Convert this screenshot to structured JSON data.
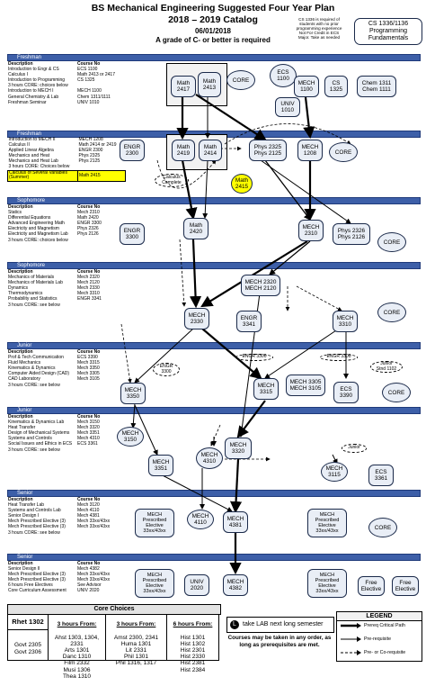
{
  "header": {
    "title": "BS Mechanical Engineering Suggested Four Year Plan",
    "catalog": "2018 – 2019 Catalog",
    "date": "06/01/2018",
    "grade_note": "A grade of C- or better is required",
    "cs_note": "CS 1336 is required of\nstudents with no prior\nprogramming experience\nNot For Credit in ECS\nMajor. Take as needed",
    "cs_box": "CS 1336/1136\nProgramming\nFundamentals"
  },
  "bands": {
    "freshman": "Freshman",
    "sophomore": "Sophomore",
    "junior": "Junior",
    "senior": "Senior"
  },
  "tables": [
    {
      "rows": [
        [
          "Description",
          "Course No"
        ],
        [
          "Introduction to Engr & CS",
          "ECS 1100"
        ],
        [
          "Calculus I",
          "Math 2413 or 2417"
        ],
        [
          "Introduction to Programming",
          "CS 1325"
        ],
        [
          "3 hours CORE: choices below",
          ""
        ],
        [
          "Introduction to MECH I",
          "MECH 1100"
        ],
        [
          "General Chemistry & Lab",
          "Chem 1311/1111"
        ],
        [
          "Freshman Seminar",
          "UNIV 1010"
        ]
      ]
    },
    {
      "rows": [
        [
          "Introduction to MECH II",
          "MECH 1208"
        ],
        [
          "Calculus II",
          "Math 2414 or 2419"
        ],
        [
          "Applied Linear Algebra",
          "ENGR 2300"
        ],
        [
          "Mechanics and Heat",
          "Phys 2325"
        ],
        [
          "Mechanics and Heat Lab",
          "Phys 2125"
        ],
        [
          "3 hours CORE: Choices below",
          ""
        ],
        [
          "Calculus of Several Variables (Summer)",
          "Math 2415"
        ]
      ]
    },
    {
      "rows": [
        [
          "Description",
          "Course No"
        ],
        [
          "Statics",
          "Mech 2310"
        ],
        [
          "Differential Equations",
          "Math 2420"
        ],
        [
          "Advanced Engineering Math",
          "ENGR 3300"
        ],
        [
          "Electricity and Magnetism",
          "Phys 2326"
        ],
        [
          "Electricity and Magnetism Lab",
          "Phys 2126"
        ],
        [
          "3 hours CORE: choices below",
          ""
        ]
      ]
    },
    {
      "rows": [
        [
          "Description",
          "Course No"
        ],
        [
          "Mechanics of Materials",
          "Mech 2320"
        ],
        [
          "Mechanics of Materials Lab",
          "Mech 2120"
        ],
        [
          "Dynamics",
          "Mech 2330"
        ],
        [
          "Thermodynamics",
          "Mech 3310"
        ],
        [
          "Probability and Statistics",
          "ENGR 3341"
        ],
        [
          "3 hours CORE: see below",
          ""
        ]
      ]
    },
    {
      "rows": [
        [
          "Description",
          "Course No"
        ],
        [
          "Prof & Tech Communication",
          "ECS 3390"
        ],
        [
          "Fluid Mechanics",
          "Mech 3315"
        ],
        [
          "Kinematics & Dynamics",
          "Mech 3350"
        ],
        [
          "Computer Aided Design (CAD)",
          "Mech 3305"
        ],
        [
          "CAD Laboratory",
          "Mech 3105"
        ],
        [
          "3 hours CORE: see below",
          ""
        ]
      ]
    },
    {
      "rows": [
        [
          "Description",
          "Course No"
        ],
        [
          "Kinematics & Dynamics Lab",
          "Mech 3150"
        ],
        [
          "Heat Transfer",
          "Mech 3320"
        ],
        [
          "Design of Mechanical Systems",
          "Mech 3351"
        ],
        [
          "",
          ""
        ],
        [
          "Systems and Controls",
          "Mech 4310"
        ],
        [
          "Social Issues and Ethics in ECS",
          "ECS 3361"
        ],
        [
          "3 hours CORE: see below",
          ""
        ]
      ]
    },
    {
      "rows": [
        [
          "Description",
          "Course No"
        ],
        [
          "Heat Transfer Lab",
          "Mech 3120"
        ],
        [
          "Systems and Controls Lab",
          "Mech 4110"
        ],
        [
          "Senior Design I",
          "Mech 4381"
        ],
        [
          "Mech Prescribed Elective (3)",
          "Mech 33xx/43xx"
        ],
        [
          "Mech Prescribed Elective (3)",
          "Mech 33xx/43xx"
        ],
        [
          "3 hours CORE: see below",
          ""
        ]
      ]
    },
    {
      "rows": [
        [
          "Description",
          "Course No"
        ],
        [
          "Senior Design II",
          "Mech 4382"
        ],
        [
          "Mech Prescribed Elective (3)",
          "Mech 33xx/43xx"
        ],
        [
          "Mech Prescribed Elective (3)",
          "Mech 33xx/43xx"
        ],
        [
          "6 hours Free Electives",
          "See Advisor"
        ],
        [
          "Core Curriculum Assessment",
          "UNIV 2020"
        ]
      ]
    }
  ],
  "nodes": [
    {
      "label": "ECS\n1100"
    },
    {
      "label": "MECH\n1100"
    },
    {
      "label": "Math\n2417"
    },
    {
      "label": "Math\n2413"
    },
    {
      "label": "CORE"
    },
    {
      "label": "CS\n1325"
    },
    {
      "label": "Chem 1311\nChem 1111"
    },
    {
      "label": "UNIV\n1010"
    },
    {
      "label": "ENGR\n2300"
    },
    {
      "label": "Math\n2419"
    },
    {
      "label": "Math\n2414"
    },
    {
      "label": "Phys 2325\nPhys 2125"
    },
    {
      "label": "MECH\n1208"
    },
    {
      "label": "CORE"
    },
    {
      "label": "Math\n2415"
    },
    {
      "label": "ENGR\n3300"
    },
    {
      "label": "Math\n2420"
    },
    {
      "label": "MECH\n2310"
    },
    {
      "label": "Phys 2326\nPhys 2126"
    },
    {
      "label": "CORE"
    },
    {
      "label": "MECH 2320\nMECH 2120"
    },
    {
      "label": "MECH\n2330"
    },
    {
      "label": "ENGR\n3341"
    },
    {
      "label": "MECH\n3310"
    },
    {
      "label": "CORE"
    },
    {
      "label": "MECH\n3350"
    },
    {
      "label": "MECH\n3315"
    },
    {
      "label": "MECH 3305\nMECH 3105"
    },
    {
      "label": "ECS\n3390"
    },
    {
      "label": "CORE"
    },
    {
      "label": "MECH\n3150"
    },
    {
      "label": "MECH\n3320"
    },
    {
      "label": "MECH\n3351"
    },
    {
      "label": "MECH\n4310"
    },
    {
      "label": "MECH\n3115"
    },
    {
      "label": "ECS\n3361"
    },
    {
      "label": "MECH\n4110"
    },
    {
      "label": "MECH\nPrescribed\nElective\n33xx/43xx"
    },
    {
      "label": "MECH\n4381"
    },
    {
      "label": "MECH\nPrescribed\nElective\n33xx/43xx"
    },
    {
      "label": "CORE"
    },
    {
      "label": "MECH\nPrescribed\nElective\n33xx/43xx"
    },
    {
      "label": "UNIV\n2020"
    },
    {
      "label": "MECH\n4382"
    },
    {
      "label": "MECH\nPrescribed\nElective\n33xx/43xx"
    },
    {
      "label": "Free\nElective"
    },
    {
      "label": "Free\nElective"
    }
  ],
  "notes": {
    "calc_complete": "Calculus\nComplete",
    "engr3300_a": "ENGR\n3300",
    "engr3300_b": "ENGR 3300",
    "engr3300_c": "ENGR 3300",
    "junior_std": "Junior\nStnd 1102",
    "junior": "Junior"
  },
  "core_choices": {
    "title": "Core Choices",
    "rhet": "Rhet 1302",
    "govt": "Govt 2305\nGovt 2306",
    "col1_head": "3 hours From:",
    "col1": "Ahst 1303, 1304, 2331\nArts 1301\nDanc 1310\nFilm 2332\nMusi 1306\nThea 1310",
    "col2_head": "3 hours From:",
    "col2": "Amst 2300, 2341\nHuma 1301\nLit 2331\nPhil 1301\nPhil 1316, 1317",
    "col3_head": "6 hours From:",
    "col3": "Hist 1301\nHist 1302\nHist 2301\nHist 2330\nHist 2381\nHist 2384"
  },
  "lab_note": "take LAB next long semester",
  "lab_symbol": "L",
  "course_note": "Courses may be taken in any order, as long as prerequisites are met.",
  "legend": {
    "title": "LEGEND",
    "critical": "Prereq Critical Path",
    "prereq": "Pre-requisite",
    "coreq": "Pre- or Co-requisite"
  }
}
